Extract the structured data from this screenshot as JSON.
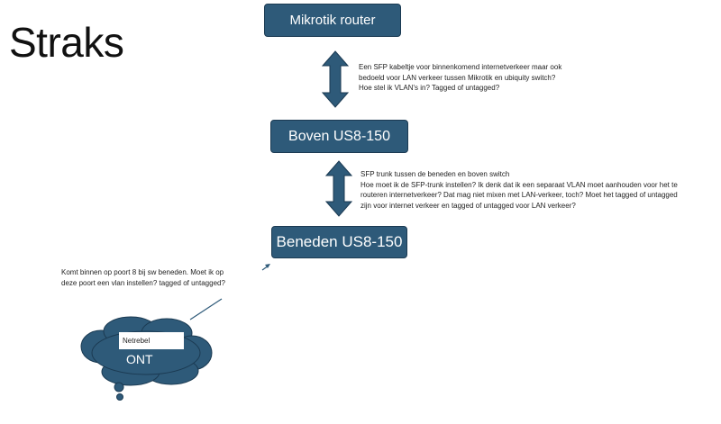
{
  "title": "Straks",
  "devices": {
    "router": "Mikrotik router",
    "upper_switch": "Boven US8-150",
    "lower_switch": "Beneden US8-150"
  },
  "notes": {
    "router_link": [
      "Een SFP kabeltje voor binnenkomend internetverkeer maar ook",
      "bedoeld voor LAN verkeer tussen Mikrotik en ubiquity switch?",
      "Hoe stel ik VLAN's in? Tagged of untagged?"
    ],
    "trunk_link": [
      "SFP trunk tussen de beneden en boven switch",
      "Hoe moet ik de SFP-trunk instellen? Ik denk dat ik een separaat VLAN moet aanhouden voor het te",
      "routeren internetverkeer? Dat mag niet mixen met LAN-verkeer, toch? Moet het tagged of untagged",
      "zijn voor internet verkeer en tagged of untagged voor LAN verkeer?"
    ],
    "ont_link": [
      "Komt binnen op poort 8 bij sw beneden. Moet ik op",
      "deze poort een vlan instellen? tagged of untagged?"
    ]
  },
  "ont": {
    "label": "Netrebel",
    "name": "ONT"
  },
  "colors": {
    "box_fill": "#2e5a79",
    "box_border": "#1b3a52",
    "arrow_fill": "#2e5a79",
    "cloud_fill": "#2e5a79"
  }
}
